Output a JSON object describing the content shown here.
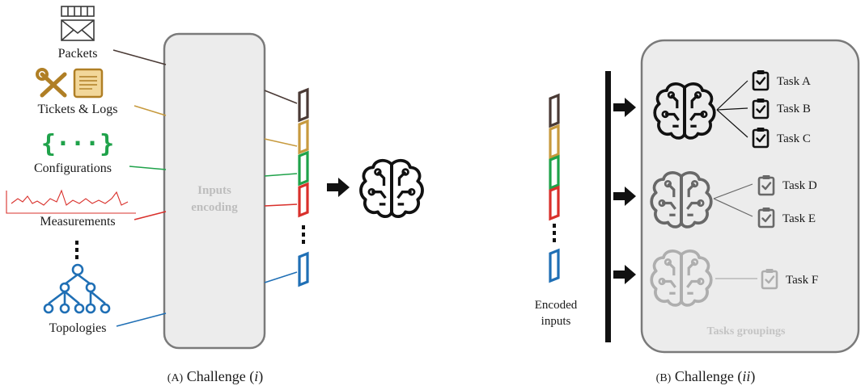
{
  "panel_a": {
    "inputs": [
      {
        "label": "Packets",
        "icon": "envelope-icon",
        "color": "#4a3a35"
      },
      {
        "label": "Tickets & Logs",
        "icon": "tools-ticket-icon",
        "color": "#c79a3e"
      },
      {
        "label": "Configurations",
        "icon": "braces-icon",
        "color": "#1fa24a"
      },
      {
        "label": "Measurements",
        "icon": "signal-waveform-icon",
        "color": "#d9302b"
      },
      {
        "label": "Topologies",
        "icon": "tree-topology-icon",
        "color": "#1f6fb5"
      }
    ],
    "encoder_line1": "Inputs",
    "encoder_line2": "encoding",
    "caption_prefix": "(A)",
    "caption_text": "Challenge",
    "caption_italic": "i"
  },
  "panel_b": {
    "encoded_line1": "Encoded",
    "encoded_line2": "inputs",
    "groups": [
      {
        "tasks": [
          "Task A",
          "Task B",
          "Task C"
        ],
        "opacity": 1.0
      },
      {
        "tasks": [
          "Task D",
          "Task E"
        ],
        "opacity": 0.6
      },
      {
        "tasks": [
          "Task F"
        ],
        "opacity": 0.3
      }
    ],
    "groupings_label": "Tasks groupings",
    "caption_prefix": "(B)",
    "caption_text": "Challenge",
    "caption_italic": "ii"
  },
  "colors": {
    "box_fill": "#ececec",
    "box_stroke": "#7a7a7a",
    "brown": "#4a3a35",
    "gold": "#c79a3e",
    "green": "#1fa24a",
    "red": "#d9302b",
    "blue": "#1f6fb5"
  }
}
